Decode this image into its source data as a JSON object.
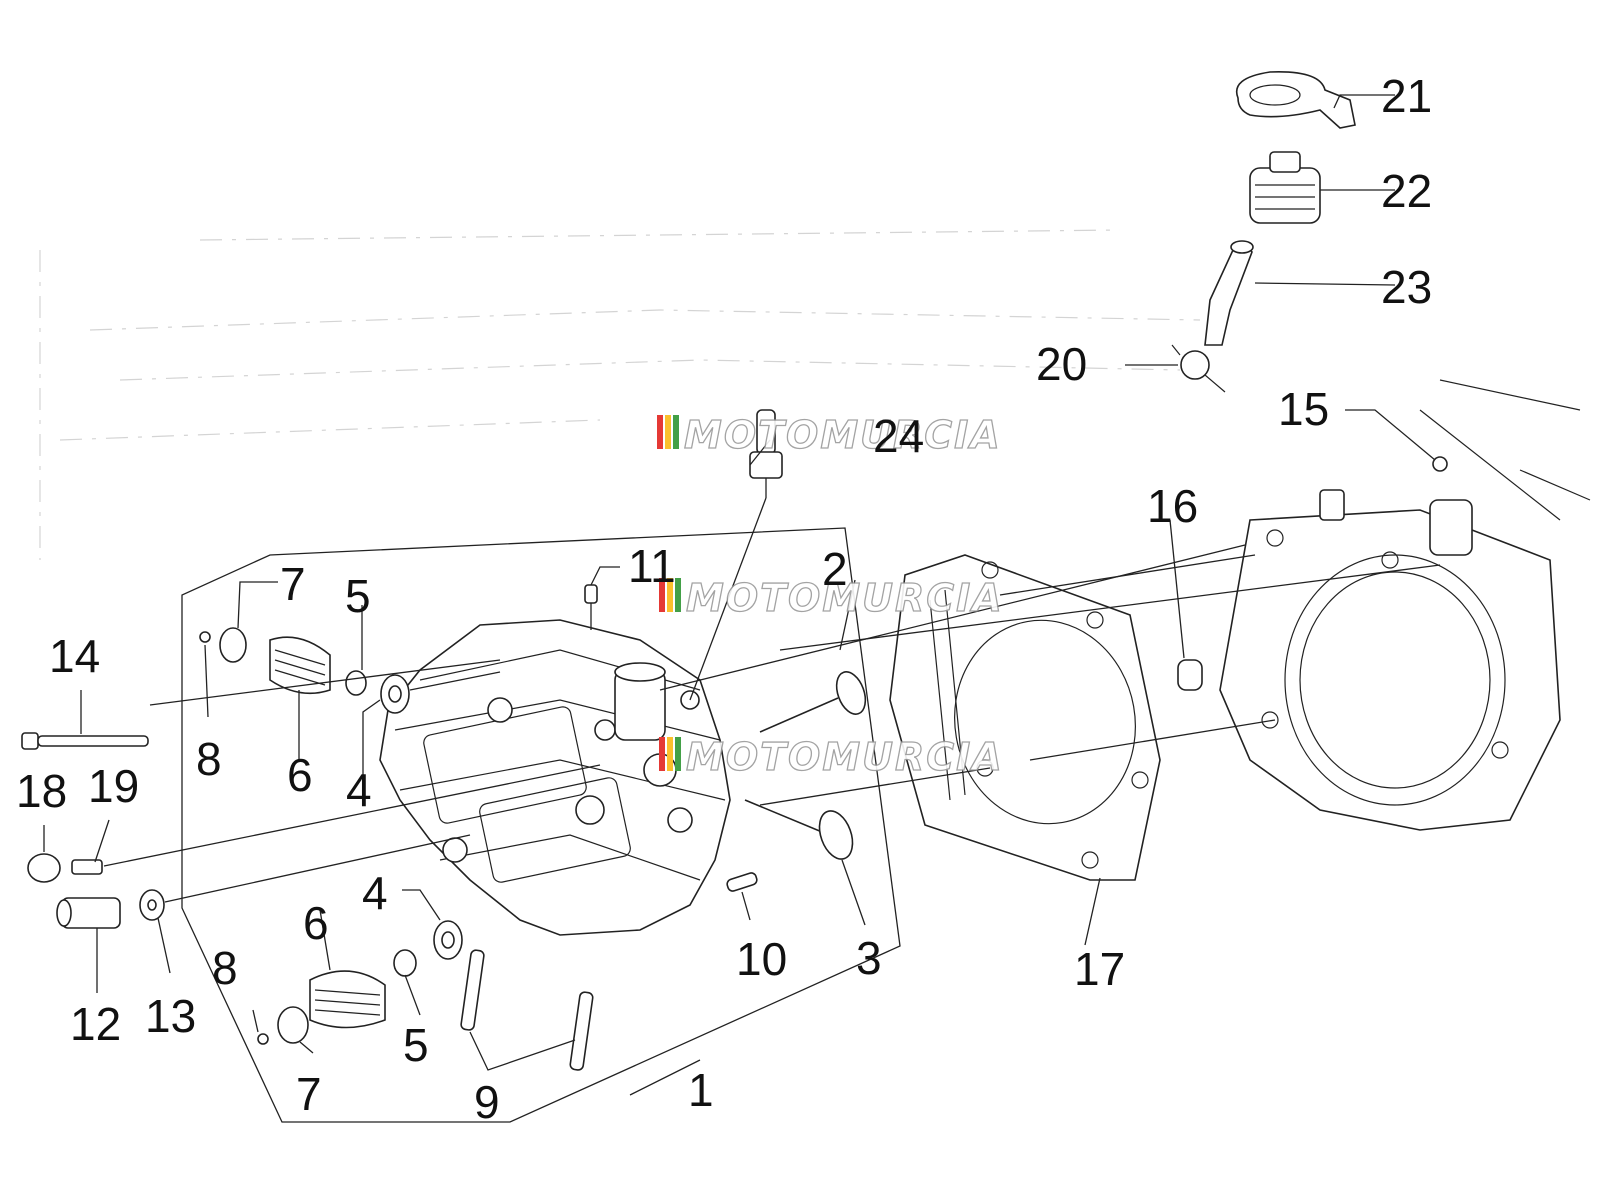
{
  "diagram": {
    "watermark": "MOTOMURCIA",
    "watermark_colors": [
      "#e53935",
      "#fbc02d",
      "#43a047"
    ],
    "labels": {
      "1": "1",
      "2": "2",
      "3": "3",
      "4": "4",
      "5": "5",
      "6": "6",
      "7": "7",
      "8": "8",
      "9": "9",
      "10": "10",
      "11": "11",
      "12": "12",
      "13": "13",
      "14": "14",
      "15": "15",
      "16": "16",
      "17": "17",
      "18": "18",
      "19": "19",
      "20": "20",
      "21": "21",
      "22": "22",
      "23": "23",
      "24": "24"
    }
  }
}
